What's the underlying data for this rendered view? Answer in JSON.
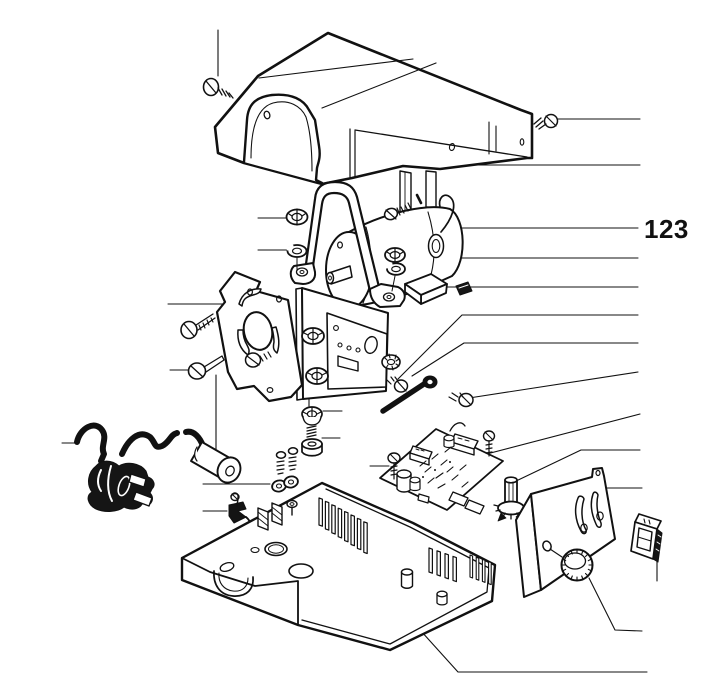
{
  "diagram": {
    "type": "exploded-parts-diagram",
    "background": "#ffffff",
    "ink_color": "#111111",
    "callout": {
      "label": "123"
    },
    "parts": [
      "cover-screw",
      "housing-cover",
      "cover-screw-right",
      "push-nut-upper",
      "spring-washer-upper",
      "motor-bracket",
      "motor",
      "push-nut-motor",
      "spring-washer-motor",
      "rubber-mount-block",
      "front-plate",
      "plate-screw-upper",
      "plate-screw-long",
      "plate-screw-short",
      "gear-box",
      "bearing-plate",
      "lock-washer",
      "link-rod",
      "tapping-screw",
      "push-nut-lower",
      "threaded-stud",
      "hex-nut",
      "power-cord-with-plug",
      "cord-sleeve",
      "clamp-screws",
      "cable-clamp",
      "ground-contact",
      "circuit-board",
      "board-screw",
      "potentiometer",
      "base-housing",
      "side-panel",
      "control-knob",
      "rocker-switch"
    ]
  }
}
